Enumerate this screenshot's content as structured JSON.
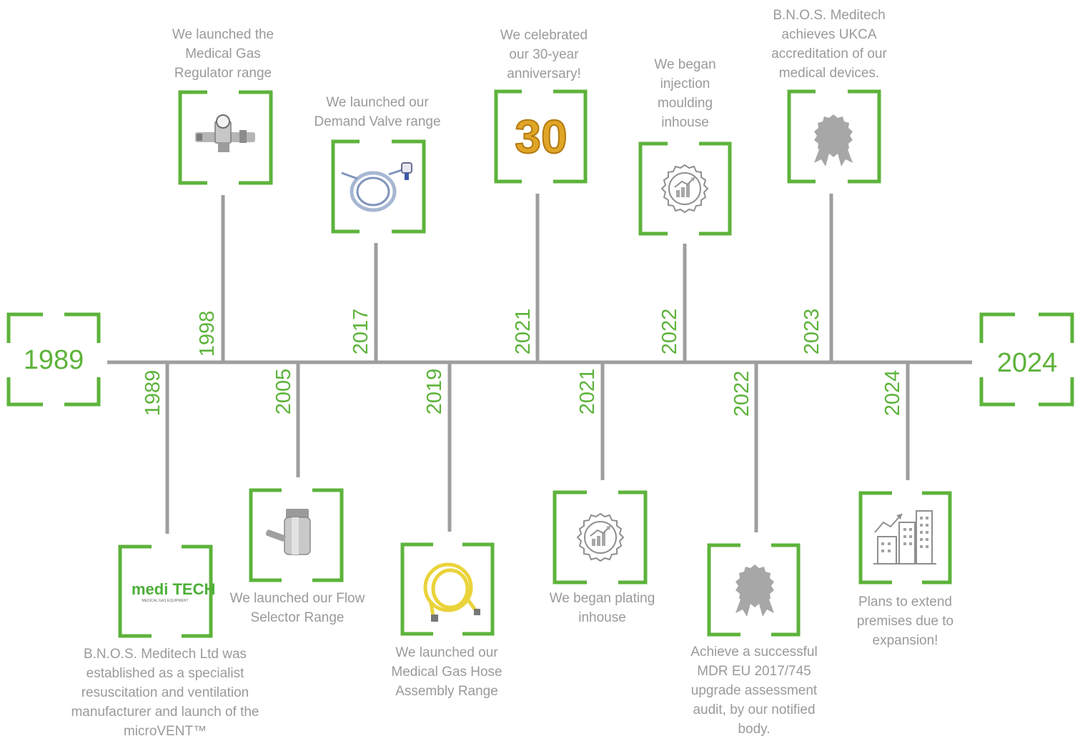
{
  "timeline": {
    "start_year": "1989",
    "end_year": "2024",
    "events": [
      {
        "year": "1998",
        "text": "We launched the Medical Gas Regulator range",
        "icon": "regulator-icon"
      },
      {
        "year": "1989",
        "text": "B.N.O.S. Meditech Ltd was established as a specialist resuscitation and ventilation manufacturer and launch of the microVENT™",
        "icon": "meditech-logo",
        "logo_text": "medi TECH",
        "logo_subtext": "MEDICAL GAS EQUIPMENT"
      },
      {
        "year": "2005",
        "text": "We launched our Flow Selector Range",
        "icon": "flow-selector-icon"
      },
      {
        "year": "2017",
        "text": "We launched our Demand Valve range",
        "icon": "demand-valve-icon"
      },
      {
        "year": "2019",
        "text": "We launched our Medical Gas Hose Assembly Range",
        "icon": "hose-icon"
      },
      {
        "year": "2021",
        "text": "We celebrated our 30-year anniversary!",
        "icon": "balloon-30-icon",
        "badge_text": "30"
      },
      {
        "year": "2021",
        "text": "We began plating inhouse",
        "icon": "growth-gear-icon"
      },
      {
        "year": "2022",
        "text": "We began injection moulding inhouse",
        "icon": "growth-gear-icon"
      },
      {
        "year": "2022",
        "text": "Achieve a successful MDR EU 2017/745 upgrade assessment audit, by our notified body.",
        "icon": "award-ribbon-icon"
      },
      {
        "year": "2023",
        "text": "B.N.O.S. Meditech achieves UKCA accreditation of our medical devices.",
        "icon": "award-ribbon-icon"
      },
      {
        "year": "2024",
        "text": "Plans to extend premises due to expansion!",
        "icon": "buildings-growth-icon"
      }
    ]
  },
  "colors": {
    "accent": "#5db33b",
    "line": "#9e9e9e",
    "text": "#9a9a9a",
    "balloon": "#e0a526"
  }
}
